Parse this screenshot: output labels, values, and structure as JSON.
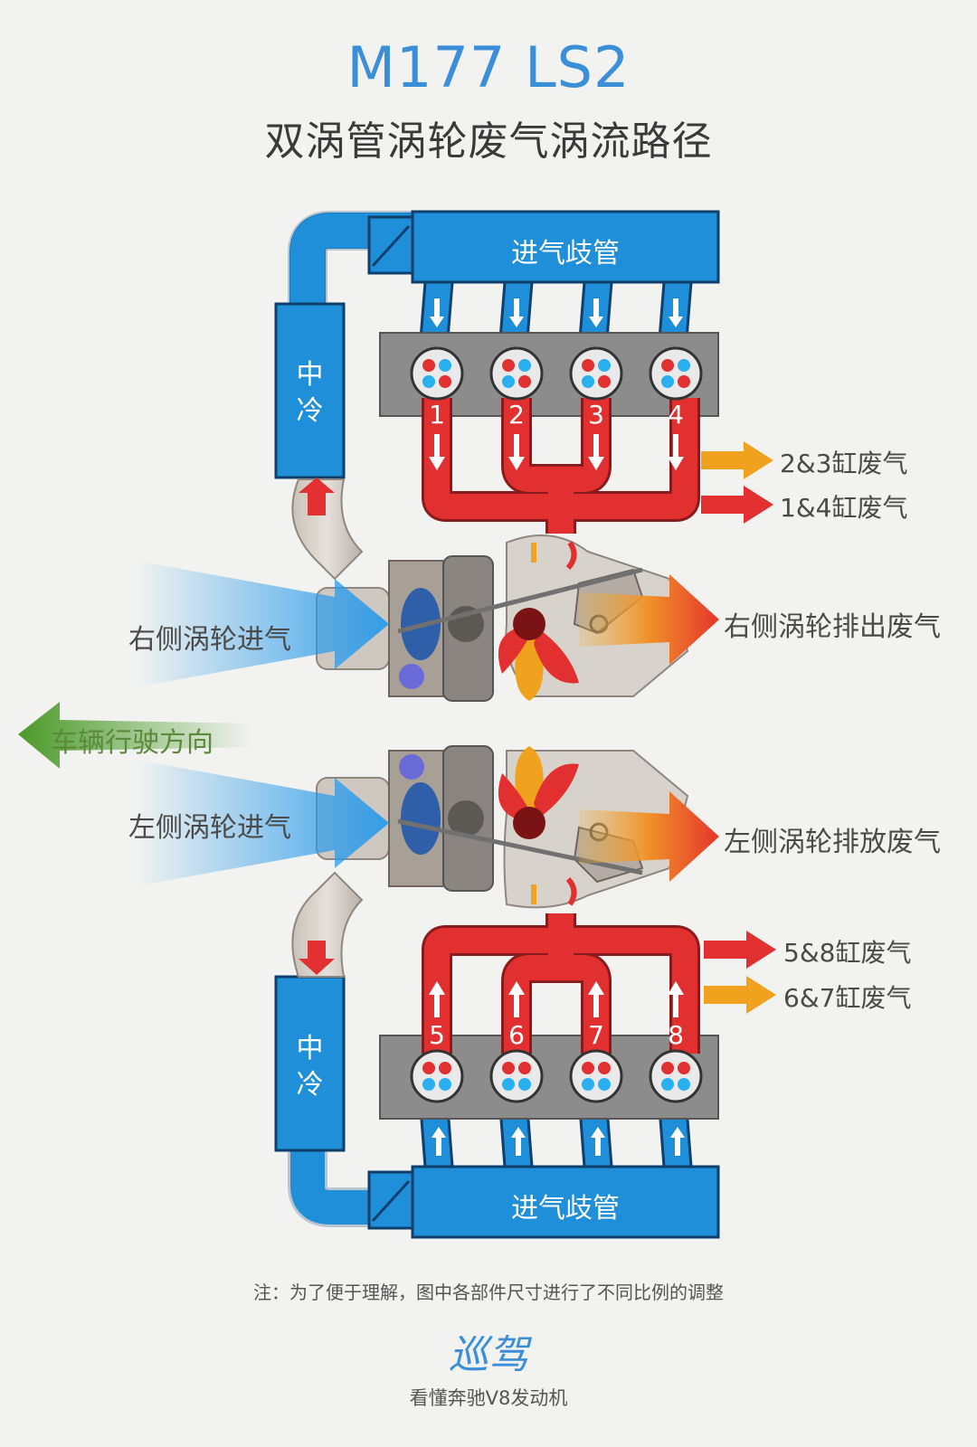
{
  "header": {
    "title": "M177 LS2",
    "subtitle": "双涡管涡轮废气涡流路径"
  },
  "top_bank": {
    "intake_manifold": "进气歧管",
    "intercooler": "中\n冷",
    "cylinders": [
      "1",
      "2",
      "3",
      "4"
    ]
  },
  "bottom_bank": {
    "intake_manifold": "进气歧管",
    "intercooler": "中\n冷",
    "cylinders": [
      "5",
      "6",
      "7",
      "8"
    ]
  },
  "labels": {
    "right_turbo_intake": "右侧涡轮进气",
    "right_turbo_exhaust": "右侧涡轮排出废气",
    "vehicle_direction": "车辆行驶方向",
    "left_turbo_intake": "左侧涡轮进气",
    "left_turbo_exhaust": "左侧涡轮排放废气"
  },
  "legend": {
    "top": [
      {
        "label": "2&3缸废气",
        "color": "#f0a21e"
      },
      {
        "label": "1&4缸废气",
        "color": "#e23030"
      }
    ],
    "bottom": [
      {
        "label": "5&8缸废气",
        "color": "#e23030"
      },
      {
        "label": "6&7缸废气",
        "color": "#f0a21e"
      }
    ]
  },
  "colors": {
    "accent_blue": "#1e8fd8",
    "exhaust_red": "#e23030",
    "exhaust_orange": "#f0a21e",
    "block_gray": "#8c8c8c",
    "direction_green": "#5a9e2e"
  },
  "footer": {
    "note": "注：为了便于理解，图中各部件尺寸进行了不同比例的调整",
    "brand": "巡驾",
    "brand_sub": "看懂奔驰V8发动机"
  }
}
